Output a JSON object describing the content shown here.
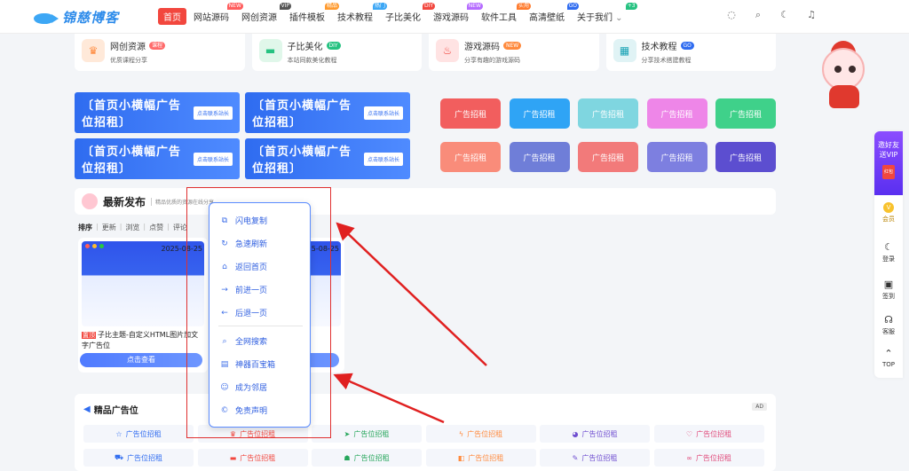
{
  "header": {
    "logo_text": "锦慈博客",
    "nav": [
      {
        "label": "首页",
        "active": true
      },
      {
        "label": "网站源码",
        "badge": "NEW",
        "badge_color": "#ff5d5d"
      },
      {
        "label": "网创资源",
        "badge": "VIP",
        "badge_color": "#555555"
      },
      {
        "label": "插件模板",
        "badge": "精品",
        "badge_color": "#ff9a2e"
      },
      {
        "label": "技术教程",
        "badge": "热门",
        "badge_color": "#3da7f5"
      },
      {
        "label": "子比美化",
        "badge": "DIY",
        "badge_color": "#f2473e"
      },
      {
        "label": "游戏源码",
        "badge": "NEW",
        "badge_color": "#b56bff"
      },
      {
        "label": "软件工具",
        "badge": "实用",
        "badge_color": "#ff7b2e"
      },
      {
        "label": "高清壁纸",
        "badge": "GO",
        "badge_color": "#2f6cf0"
      },
      {
        "label": "关于我们",
        "badge": "+3",
        "badge_color": "#26c281"
      }
    ]
  },
  "cards": [
    {
      "title": "网创资源",
      "tag": "课程",
      "tag_color": "#ff6b6b",
      "sub": "优质课程分享",
      "icon": "crown-icon",
      "icon_bg": "#ffe9d9",
      "icon_color": "#ff8a3d"
    },
    {
      "title": "子比美化",
      "tag": "DIY",
      "tag_color": "#26c281",
      "sub": "本站同款美化教程",
      "icon": "wallet-icon",
      "icon_bg": "#e0f7ea",
      "icon_color": "#26c281"
    },
    {
      "title": "游戏源码",
      "tag": "NEW",
      "tag_color": "#ff8a3d",
      "sub": "分享有趣的游戏源码",
      "icon": "flame-icon",
      "icon_bg": "#ffe3e3",
      "icon_color": "#f2473e"
    },
    {
      "title": "技术教程",
      "tag": "GO",
      "tag_color": "#2f6cf0",
      "sub": "分享技术搭建教程",
      "icon": "grid-icon",
      "icon_bg": "#e0f3f5",
      "icon_color": "#1aa3b5"
    }
  ],
  "banners": {
    "text": "〔首页小横幅广告位招租〕",
    "button": "点击联系站长"
  },
  "tiles": {
    "label": "广告招租",
    "colors": [
      "#f25e5e",
      "#2fa4f5",
      "#7fd6e0",
      "#ee86e8",
      "#3fd18a",
      "#f98c7a",
      "#6f7ed8",
      "#f27a7a",
      "#7d7fe0",
      "#5c4ed0"
    ]
  },
  "latest": {
    "title": "最新发布",
    "subtitle": "精品优质的资源在线分享"
  },
  "sort": [
    "排序",
    "更新",
    "浏览",
    "点赞",
    "评论"
  ],
  "posts": [
    {
      "date": "2025-08-25",
      "hot": "置顶",
      "title": "子比主题-自定义HTML图片加文字广告位",
      "button": "点击查看"
    },
    {
      "date": "2025-08-25",
      "hot": "",
      "title": "文字广告",
      "button": "点击查看"
    }
  ],
  "ads": {
    "title": "精品广告位",
    "tag": "AD",
    "label": "广告位招租",
    "items": [
      {
        "icon": "☆",
        "color": "#2f6cf0"
      },
      {
        "icon": "♛",
        "color": "#f2473e"
      },
      {
        "icon": "➤",
        "color": "#26a65b"
      },
      {
        "icon": "ϟ",
        "color": "#ff8a3d"
      },
      {
        "icon": "◕",
        "color": "#6f4ed0"
      },
      {
        "icon": "♡",
        "color": "#e04a7a"
      },
      {
        "icon": "⛟",
        "color": "#2f6cf0"
      },
      {
        "icon": "▬",
        "color": "#f2473e"
      },
      {
        "icon": "☗",
        "color": "#26a65b"
      },
      {
        "icon": "◧",
        "color": "#ff8a3d"
      },
      {
        "icon": "✎",
        "color": "#6f4ed0"
      },
      {
        "icon": "∞",
        "color": "#e04a7a"
      }
    ]
  },
  "sidebar": {
    "vip_text": "邀好友送VIP",
    "vip_red": "红包",
    "items": [
      {
        "label": "会员",
        "icon": "V"
      },
      {
        "label": "登录",
        "icon": "☾"
      },
      {
        "label": "签到",
        "icon": "▣"
      },
      {
        "label": "客服",
        "icon": "☊"
      },
      {
        "label": "TOP",
        "icon": "⌃"
      }
    ]
  },
  "context_menu": {
    "items": [
      {
        "label": "闪电复制",
        "icon": "⧉"
      },
      {
        "label": "急速刷新",
        "icon": "↻"
      },
      {
        "label": "返回首页",
        "icon": "⌂"
      },
      {
        "label": "前进一页",
        "icon": "→"
      },
      {
        "label": "后退一页",
        "icon": "←"
      },
      {
        "label": "全网搜索",
        "icon": "⌕"
      },
      {
        "label": "神器百宝箱",
        "icon": "▤"
      },
      {
        "label": "成为邻居",
        "icon": "☺"
      },
      {
        "label": "免责声明",
        "icon": "©"
      }
    ]
  }
}
